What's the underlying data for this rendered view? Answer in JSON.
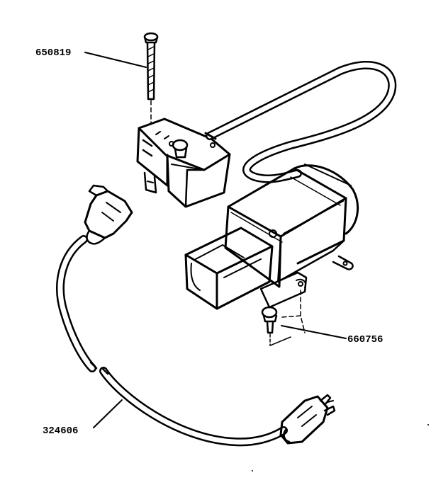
{
  "parts": {
    "screw_top": {
      "number": "650819"
    },
    "screw_bottom": {
      "number": "660756"
    },
    "cord": {
      "number": "324606"
    }
  },
  "colors": {
    "ink": "#000000",
    "paper": "#ffffff"
  }
}
